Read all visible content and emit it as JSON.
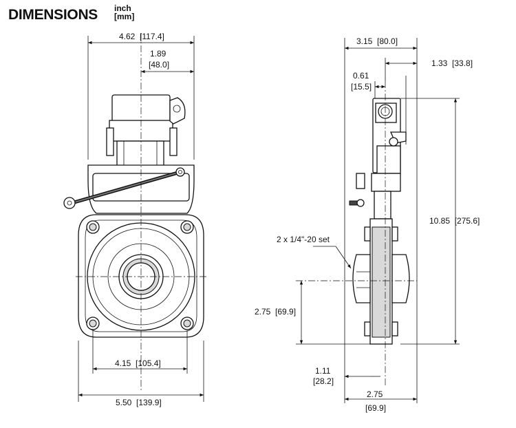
{
  "header": {
    "title": "DIMENSIONS",
    "unit_primary": "inch",
    "unit_secondary": "[mm]"
  },
  "front_view": {
    "overall_width": "5.50  [139.9]",
    "bolt_spacing": "4.15  [105.4]",
    "actuator_width": "4.62  [117.4]",
    "actuator_offset_in": "1.89",
    "actuator_offset_mm": "[48.0]"
  },
  "side_view": {
    "actuator_depth": "3.15  [80.0]",
    "connector_offset": "1.33  [33.8]",
    "shaft_offset_in": "0.61",
    "shaft_offset_mm": "[15.5]",
    "overall_height": "10.85  [275.6]",
    "set_screws": "2 x 1/4\"-20 set",
    "centerline_height": "2.75  [69.9]",
    "flange_offset_in": "1.11",
    "flange_offset_mm": "[28.2]",
    "body_width_in": "2.75",
    "body_width_mm": "[69.9]"
  }
}
